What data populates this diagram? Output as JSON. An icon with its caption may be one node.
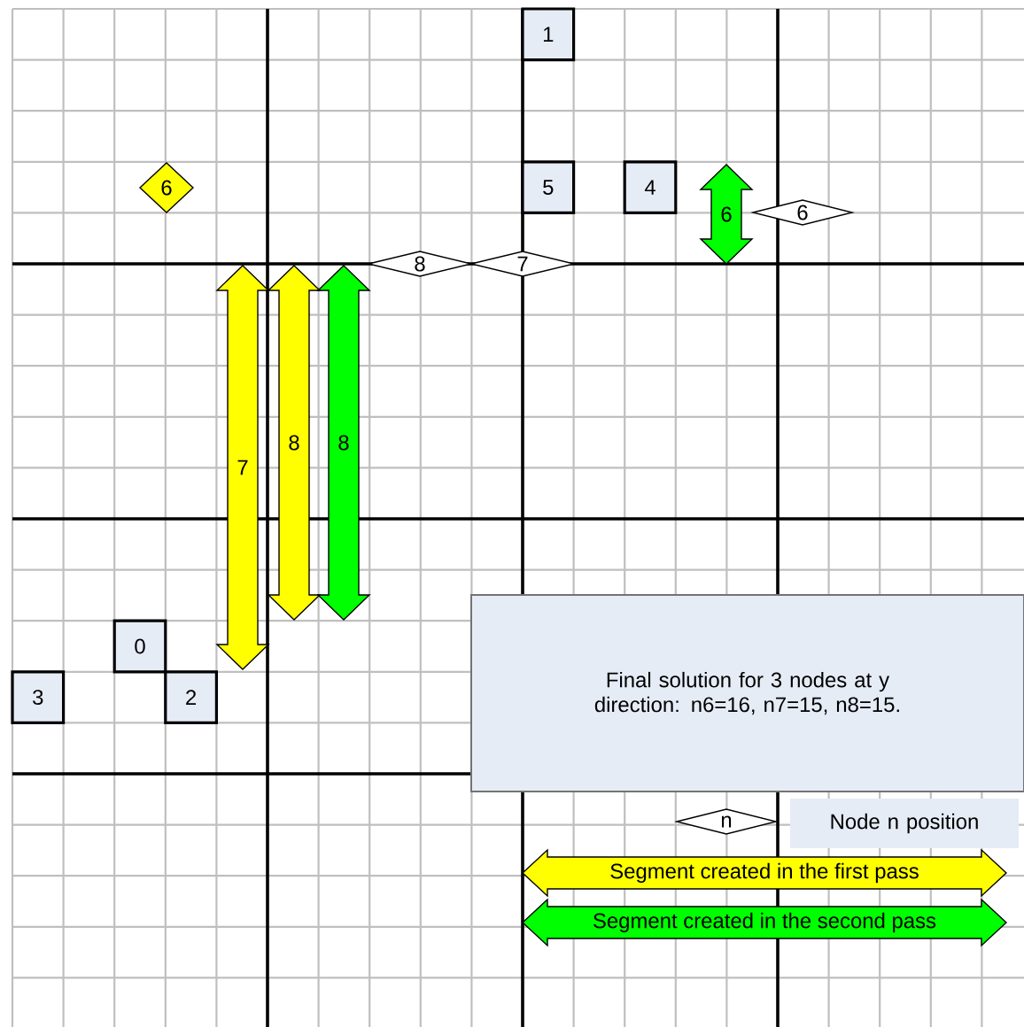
{
  "diagram": {
    "nodes": [
      {
        "text": [
          "1"
        ]
      },
      {
        "text": [
          "6"
        ]
      },
      {
        "text": [
          "5"
        ]
      },
      {
        "text": [
          "4"
        ]
      },
      {
        "text": [
          "6"
        ]
      },
      {
        "text": [
          "6"
        ]
      },
      {
        "text": [
          "8"
        ]
      },
      {
        "text": [
          "7"
        ]
      },
      {
        "text": [
          "7"
        ]
      },
      {
        "text": [
          "8"
        ]
      },
      {
        "text": [
          "8"
        ]
      },
      {
        "text": [
          "0"
        ]
      },
      {
        "text": [
          "3"
        ]
      },
      {
        "text": [
          "2"
        ]
      },
      {
        "text": [
          "Final solution for 3 nodes at y direction: n6=16, n7=15, n8=15."
        ]
      },
      {
        "text": [
          "n"
        ]
      },
      {
        "text": [
          "Node n position"
        ]
      }
    ],
    "legend": [
      {
        "text": "Segment created in the first pass",
        "color": "#ffff00"
      },
      {
        "text": "Segment created in the second pass",
        "color": "#00ff00"
      }
    ]
  }
}
